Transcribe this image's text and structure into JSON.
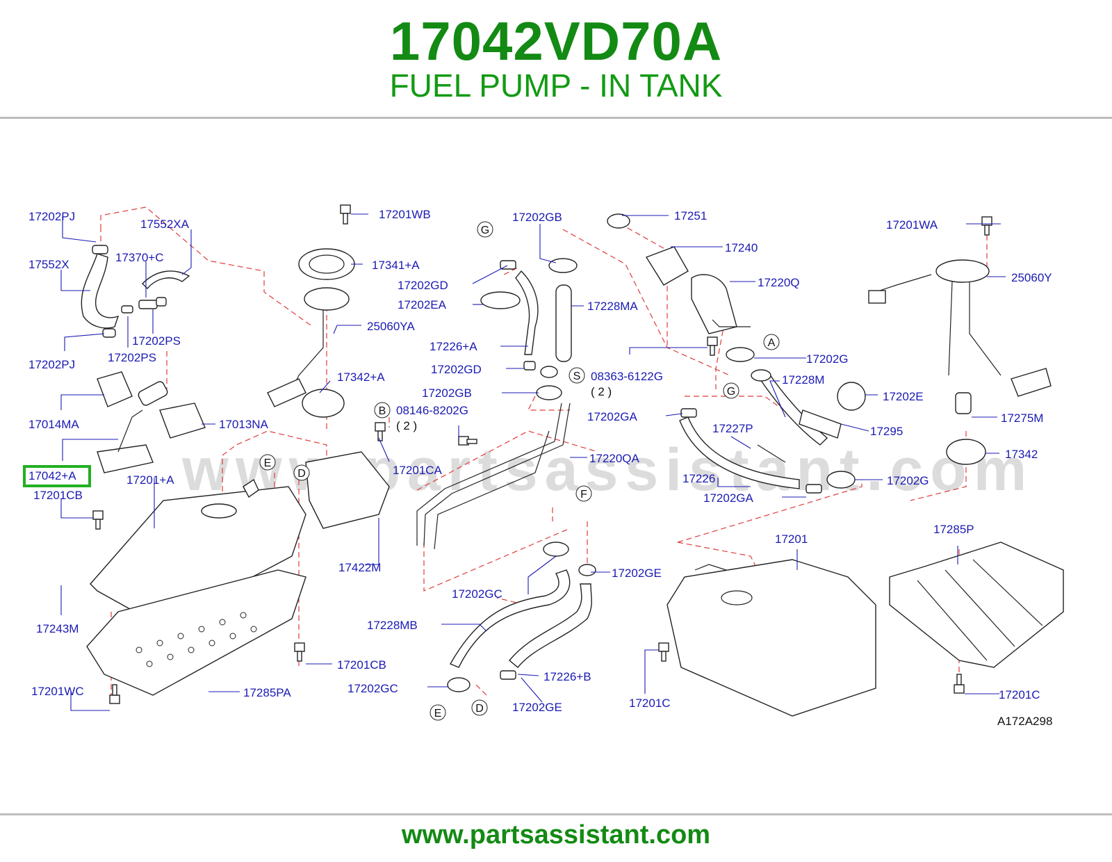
{
  "header": {
    "part_number": "17042VD70A",
    "description": "FUEL PUMP - IN TANK"
  },
  "footer": {
    "url": "www.partsassistant.com"
  },
  "watermark": "www.partsassistant.com",
  "diagram": {
    "figure_code": "A172A298",
    "highlighted_label": "17042+A",
    "highlight_color": "#22b022",
    "labels": {
      "l17202PJ_a": "17202PJ",
      "l17552XA": "17552XA",
      "l17552X": "17552X",
      "l17370C": "17370+C",
      "l17202PS_a": "17202PS",
      "l17202PJ_b": "17202PJ",
      "l17202PS_b": "17202PS",
      "l17014MA": "17014MA",
      "l17013NA": "17013NA",
      "l17042A": "17042+A",
      "l17201CB_a": "17201CB",
      "l17201A": "17201+A",
      "l17243M": "17243M",
      "l17201CB_b": "17201CB",
      "l17201WC": "17201WC",
      "l17285PA": "17285PA",
      "l17201WB": "17201WB",
      "l17341A": "17341+A",
      "l25060YA": "25060YA",
      "l17342A": "17342+A",
      "l08146": "08146-8202G",
      "l08146_qty": "( 2 )",
      "l17201CA": "17201CA",
      "l17422M": "17422M",
      "l17202GB_a": "17202GB",
      "l17202GD_a": "17202GD",
      "l17202EA": "17202EA",
      "l17228MA": "17228MA",
      "l17226A": "17226+A",
      "l17202GD_b": "17202GD",
      "l17202GB_b": "17202GB",
      "l08363": "08363-6122G",
      "l08363_qty": "( 2 )",
      "l17220QA": "17220QA",
      "l17202GC_a": "17202GC",
      "l17202GE_a": "17202GE",
      "l17228MB": "17228MB",
      "l17226B": "17226+B",
      "l17202GC_b": "17202GC",
      "l17202GE_b": "17202GE",
      "l17251": "17251",
      "l17240": "17240",
      "l17220Q": "17220Q",
      "l17202G_a": "17202G",
      "l17228M": "17228M",
      "l17202E": "17202E",
      "l17202GA_a": "17202GA",
      "l17227P": "17227P",
      "l17295": "17295",
      "l17226": "17226",
      "l17202GA_b": "17202GA",
      "l17202G_b": "17202G",
      "l17201": "17201",
      "l17201C_a": "17201C",
      "l17201WA": "17201WA",
      "l25060Y": "25060Y",
      "l17275M": "17275M",
      "l17342": "17342",
      "l17285P": "17285P",
      "l17201C_b": "17201C"
    },
    "callouts": {
      "E1": "E",
      "D1": "D",
      "E2": "E",
      "D2": "D",
      "G1": "G",
      "G2": "G",
      "A": "A",
      "B": "B",
      "S": "S",
      "F": "F"
    }
  }
}
